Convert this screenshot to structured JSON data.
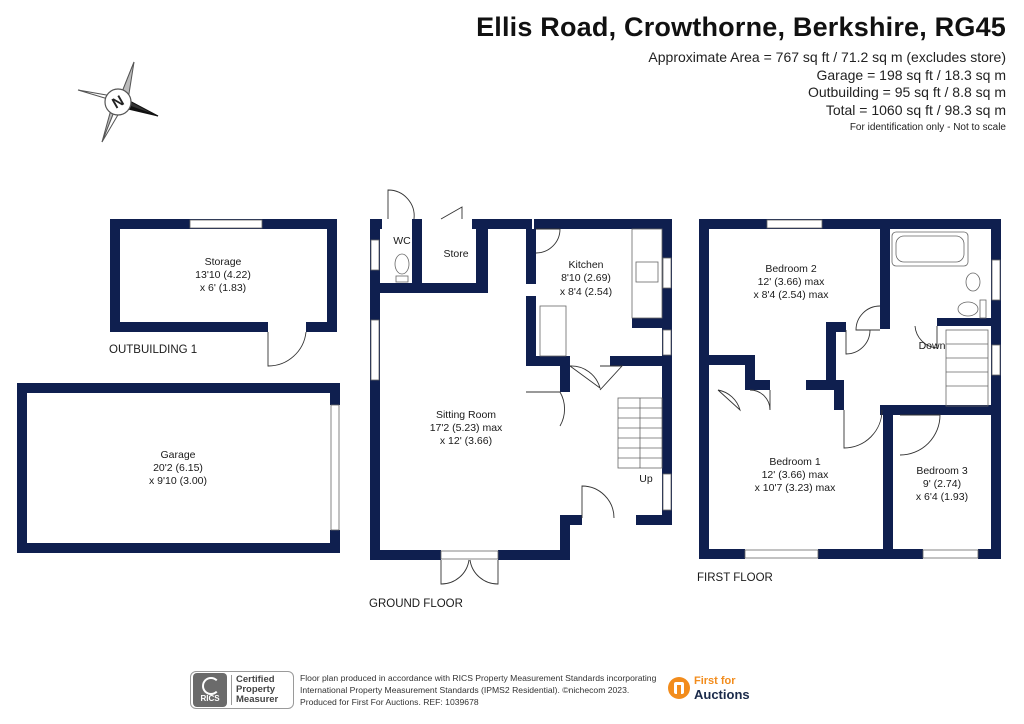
{
  "header": {
    "title": "Ellis Road, Crowthorne, Berkshire, RG45",
    "areas": [
      "Approximate Area = 767 sq ft / 71.2 sq m (excludes store)",
      "Garage = 198 sq ft / 18.3 sq m",
      "Outbuilding = 95 sq ft / 8.8 sq m",
      "Total = 1060 sq ft / 98.3 sq m"
    ],
    "disclaimer": "For identification only - Not to scale"
  },
  "compass": {
    "letter": "N",
    "icon": "compass-rose-icon"
  },
  "colors": {
    "wall": "#0f1f4f",
    "brand_orange": "#f28c1c"
  },
  "floors": {
    "outbuilding": "OUTBUILDING 1",
    "ground": "GROUND FLOOR",
    "first": "FIRST FLOOR"
  },
  "rooms": {
    "storage": [
      "Storage",
      "13'10 (4.22)",
      "x 6' (1.83)"
    ],
    "garage": [
      "Garage",
      "20'2 (6.15)",
      "x 9'10 (3.00)"
    ],
    "wc": [
      "WC"
    ],
    "store": [
      "Store"
    ],
    "kitchen": [
      "Kitchen",
      "8'10 (2.69)",
      "x 8'4 (2.54)"
    ],
    "sitting": [
      "Sitting Room",
      "17'2 (5.23) max",
      "x 12' (3.66)"
    ],
    "up": [
      "Up"
    ],
    "bedroom2": [
      "Bedroom 2",
      "12' (3.66) max",
      "x 8'4 (2.54) max"
    ],
    "bedroom1": [
      "Bedroom 1",
      "12' (3.66) max",
      "x 10'7 (3.23) max"
    ],
    "bedroom3": [
      "Bedroom 3",
      "9' (2.74)",
      "x 6'4 (1.93)"
    ],
    "down": [
      "Down"
    ]
  },
  "footer": {
    "rics": {
      "mark": "RICS",
      "line1": "Certified",
      "line2": "Property",
      "line3": "Measurer"
    },
    "lines": [
      "Floor plan produced in accordance with RICS Property Measurement Standards incorporating",
      "International Property Measurement Standards (IPMS2 Residential). ©nichecom 2023.",
      "Produced for First For Auctions.   REF: 1039678"
    ],
    "brand": {
      "line1": "First for",
      "line2": "Auctions"
    }
  }
}
